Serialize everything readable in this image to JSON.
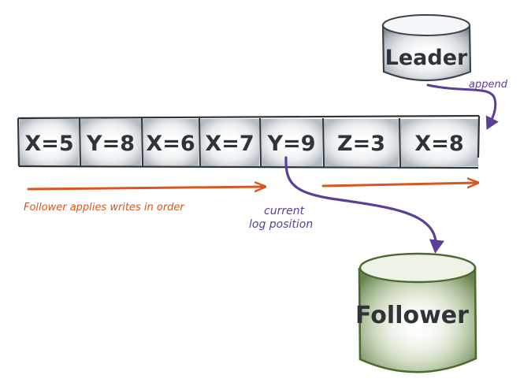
{
  "leader": {
    "label": "Leader"
  },
  "follower": {
    "label": "Follower"
  },
  "log": {
    "entries": [
      "X=5",
      "Y=8",
      "X=6",
      "X=7",
      "Y=9",
      "Z=3",
      "X=8"
    ]
  },
  "annotations": {
    "append": "append",
    "apply_order": "Follower applies writes in order",
    "current_position_line1": "current",
    "current_position_line2": "log position"
  },
  "colors": {
    "text": "#2f3438",
    "orange": "#d9561f",
    "purple": "#5b3d9a",
    "leader_stroke": "#3a4147",
    "follower_stroke": "#4a6a2e",
    "follower_shade": "#7c9a5c",
    "cell_shade": "#b4bcc4"
  }
}
